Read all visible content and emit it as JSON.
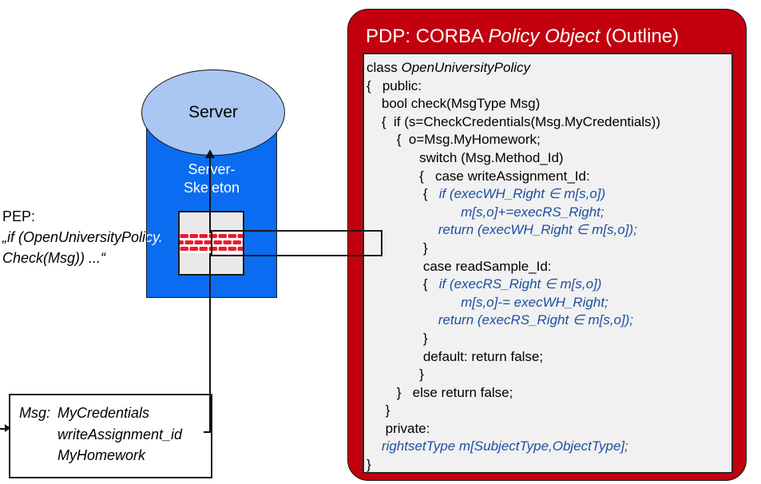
{
  "pep": {
    "label": "PEP:",
    "line2": "„if (OpenUniversityPolicy.",
    "line3": "Check(Msg)) ...“"
  },
  "server": {
    "ellipse_label": "Server",
    "skeleton_line1": "Server-",
    "skeleton_line2": "Skeleton"
  },
  "msg_box": {
    "label": "Msg:",
    "items": [
      "MyCredentials",
      "writeAssignment_id",
      "MyHomework"
    ]
  },
  "pdp": {
    "title_pre": "PDP: CORBA ",
    "title_italic": "Policy Object",
    "title_post": " (Outline)",
    "code_lines": [
      {
        "parts": [
          {
            "t": "class ",
            "c": "p"
          },
          {
            "t": "OpenUniversityPolicy",
            "c": "bi"
          }
        ]
      },
      {
        "parts": [
          {
            "t": "{   public:",
            "c": "p"
          }
        ]
      },
      {
        "parts": [
          {
            "t": "    bool check(MsgType Msg)",
            "c": "p"
          }
        ]
      },
      {
        "parts": [
          {
            "t": "    {  if (s=CheckCredentials(Msg.MyCredentials))",
            "c": "p"
          }
        ]
      },
      {
        "parts": [
          {
            "t": "        {  o=Msg.MyHomework;",
            "c": "p"
          }
        ]
      },
      {
        "parts": [
          {
            "t": "              switch (Msg.Method_Id)",
            "c": "p"
          }
        ]
      },
      {
        "parts": [
          {
            "t": "              {   case writeAssignment_Id:",
            "c": "p"
          }
        ]
      },
      {
        "parts": [
          {
            "t": "               {   ",
            "c": "p"
          },
          {
            "t": "if (execWH_Right ∈ m[s,o])",
            "c": "b"
          }
        ]
      },
      {
        "parts": [
          {
            "t": "                         m[s,o]+=execRS_Right;",
            "c": "b"
          }
        ]
      },
      {
        "parts": [
          {
            "t": "                   return (execWH_Right ∈ m[s,o]);",
            "c": "b"
          }
        ]
      },
      {
        "parts": [
          {
            "t": "               }",
            "c": "p"
          }
        ]
      },
      {
        "parts": [
          {
            "t": "               case readSample_Id:",
            "c": "p"
          }
        ]
      },
      {
        "parts": [
          {
            "t": "               {   ",
            "c": "p"
          },
          {
            "t": "if (execRS_Right ∈ m[s,o])",
            "c": "b"
          }
        ]
      },
      {
        "parts": [
          {
            "t": "                         m[s,o]-= execWH_Right;",
            "c": "b"
          }
        ]
      },
      {
        "parts": [
          {
            "t": "                   return (execRS_Right ∈ m[s,o]);",
            "c": "b"
          }
        ]
      },
      {
        "parts": [
          {
            "t": "               }",
            "c": "p"
          }
        ]
      },
      {
        "parts": [
          {
            "t": "               default: return false;",
            "c": "p"
          }
        ]
      },
      {
        "parts": [
          {
            "t": "              }",
            "c": "p"
          }
        ]
      },
      {
        "parts": [
          {
            "t": "        }   else return false;",
            "c": "p"
          }
        ]
      },
      {
        "parts": [
          {
            "t": "     }",
            "c": "p"
          }
        ]
      },
      {
        "parts": [
          {
            "t": "     private:",
            "c": "p"
          }
        ]
      },
      {
        "parts": [
          {
            "t": "    ",
            "c": "p"
          },
          {
            "t": "rightsetType m[SubjectType,ObjectType];",
            "c": "b"
          }
        ]
      },
      {
        "parts": [
          {
            "t": "}",
            "c": "p"
          }
        ]
      }
    ]
  },
  "colors": {
    "skeleton_blue": "#0a6cf0",
    "server_ellipse": "#aac6f2",
    "pdp_red": "#c2000e",
    "brick_red": "#ee1a2e",
    "code_blue": "#1d4fa1",
    "panel_gray": "#f1f1f1"
  }
}
